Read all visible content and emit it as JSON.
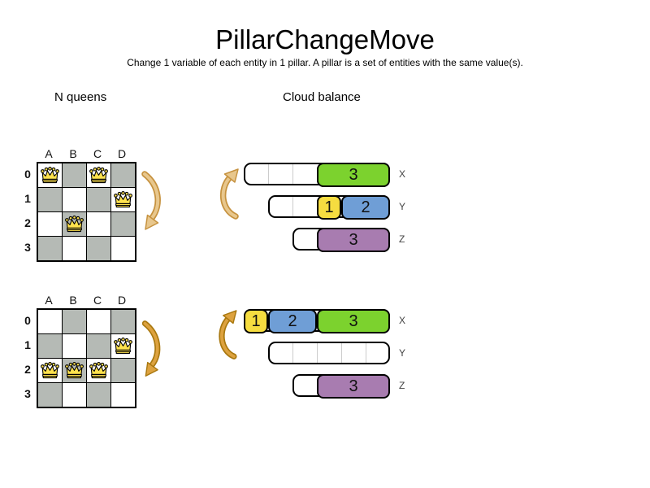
{
  "header": {
    "title": "PillarChangeMove",
    "subtitle": "Change 1 variable of each entity in 1 pillar. A pillar is a set of entities with the same value(s)."
  },
  "sections": {
    "left_title": "N queens",
    "right_title": "Cloud balance"
  },
  "colors": {
    "green": "#7cd22e",
    "yellow": "#f6dd40",
    "blue": "#6f9ed6",
    "purple": "#a87cb0",
    "board_gray": "#b5bab5",
    "queen_gold": "#ffe24d",
    "arrow_light_fill": "#e8c78d",
    "arrow_light_edge": "#c6923f",
    "arrow_dark_fill": "#dda23f",
    "arrow_dark_edge": "#a9780f"
  },
  "boards": [
    {
      "name": "nqueens-before",
      "columns": [
        "A",
        "B",
        "C",
        "D"
      ],
      "row_labels": [
        "0",
        "1",
        "2",
        "3"
      ],
      "queens": [
        {
          "col": 0,
          "row": 0
        },
        {
          "col": 2,
          "row": 0
        },
        {
          "col": 3,
          "row": 1
        },
        {
          "col": 1,
          "row": 2
        }
      ]
    },
    {
      "name": "nqueens-after",
      "columns": [
        "A",
        "B",
        "C",
        "D"
      ],
      "row_labels": [
        "0",
        "1",
        "2",
        "3"
      ],
      "queens": [
        {
          "col": 3,
          "row": 1
        },
        {
          "col": 0,
          "row": 2
        },
        {
          "col": 1,
          "row": 2
        },
        {
          "col": 2,
          "row": 2
        }
      ]
    }
  ],
  "cloud": [
    {
      "name": "cloud-before",
      "bars": [
        {
          "label": "X",
          "capacity": 6,
          "blocks": [
            {
              "value": "3",
              "size": 3,
              "color": "green"
            }
          ]
        },
        {
          "label": "Y",
          "capacity": 5,
          "blocks": [
            {
              "value": "1",
              "size": 1,
              "color": "yellow"
            },
            {
              "value": "2",
              "size": 2,
              "color": "blue"
            }
          ]
        },
        {
          "label": "Z",
          "capacity": 4,
          "blocks": [
            {
              "value": "3",
              "size": 3,
              "color": "purple"
            }
          ]
        }
      ]
    },
    {
      "name": "cloud-after",
      "bars": [
        {
          "label": "X",
          "capacity": 6,
          "blocks": [
            {
              "value": "1",
              "size": 1,
              "color": "yellow"
            },
            {
              "value": "2",
              "size": 2,
              "color": "blue"
            },
            {
              "value": "3",
              "size": 3,
              "color": "green"
            }
          ]
        },
        {
          "label": "Y",
          "capacity": 5,
          "blocks": []
        },
        {
          "label": "Z",
          "capacity": 4,
          "blocks": [
            {
              "value": "3",
              "size": 3,
              "color": "purple"
            }
          ]
        }
      ]
    }
  ]
}
